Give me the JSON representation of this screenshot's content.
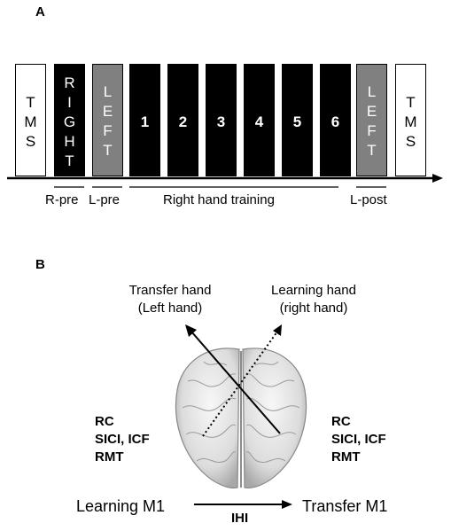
{
  "panel_a": {
    "label": "A",
    "blocks": [
      {
        "letters": [
          "T",
          "M",
          "S"
        ],
        "style": "white"
      },
      {
        "letters": [
          "R",
          "I",
          "G",
          "H",
          "T"
        ],
        "style": "black"
      },
      {
        "letters": [
          "L",
          "E",
          "F",
          "T"
        ],
        "style": "gray"
      },
      {
        "number": "1",
        "style": "black"
      },
      {
        "number": "2",
        "style": "black"
      },
      {
        "number": "3",
        "style": "black"
      },
      {
        "number": "4",
        "style": "black"
      },
      {
        "number": "5",
        "style": "black"
      },
      {
        "number": "6",
        "style": "black"
      },
      {
        "letters": [
          "L",
          "E",
          "F",
          "T"
        ],
        "style": "gray"
      },
      {
        "letters": [
          "T",
          "M",
          "S"
        ],
        "style": "white"
      }
    ],
    "timeline_labels": {
      "r_pre": "R-pre",
      "l_pre": "L-pre",
      "training": "Right hand training",
      "l_post": "L-post"
    }
  },
  "panel_b": {
    "label": "B",
    "transfer_hand": [
      "Transfer hand",
      "(Left hand)"
    ],
    "learning_hand": [
      "Learning hand",
      "(right hand)"
    ],
    "left_measures": [
      "RC",
      "SICI, ICF",
      "RMT"
    ],
    "right_measures": [
      "RC",
      "SICI, ICF",
      "RMT"
    ],
    "learning_m1": "Learning M1",
    "transfer_m1": "Transfer M1",
    "ihi": "IHI"
  },
  "colors": {
    "block_black": "#000000",
    "block_gray": "#808080",
    "brain_fill": "#e8e8e8"
  }
}
